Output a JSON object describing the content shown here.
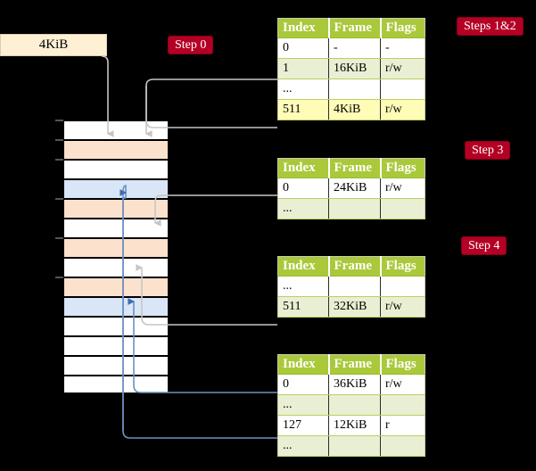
{
  "source_box": {
    "label": "4KiB"
  },
  "badges": [
    {
      "name": "step-0",
      "label": "Step 0"
    },
    {
      "name": "steps-1-2",
      "label": "Steps 1&2"
    },
    {
      "name": "step-3",
      "label": "Step 3"
    },
    {
      "name": "step-4",
      "label": "Step 4"
    }
  ],
  "columns": {
    "index": "Index",
    "frame": "Frame",
    "flags": "Flags"
  },
  "tables": [
    {
      "name": "page-table-level-0",
      "rows": [
        {
          "index": "0",
          "frame": "-",
          "flags": "-",
          "style": "plain"
        },
        {
          "index": "1",
          "frame": "16KiB",
          "flags": "r/w",
          "style": "alt"
        },
        {
          "index": "...",
          "frame": "",
          "flags": "",
          "style": "plain"
        },
        {
          "index": "511",
          "frame": "4KiB",
          "flags": "r/w",
          "style": "hl"
        }
      ]
    },
    {
      "name": "page-table-level-1",
      "rows": [
        {
          "index": "0",
          "frame": "24KiB",
          "flags": "r/w",
          "style": "plain"
        },
        {
          "index": "...",
          "frame": "",
          "flags": "",
          "style": "alt"
        }
      ]
    },
    {
      "name": "page-table-level-2",
      "rows": [
        {
          "index": "...",
          "frame": "",
          "flags": "",
          "style": "plain"
        },
        {
          "index": "511",
          "frame": "32KiB",
          "flags": "r/w",
          "style": "alt"
        }
      ]
    },
    {
      "name": "page-table-level-3",
      "rows": [
        {
          "index": "0",
          "frame": "36KiB",
          "flags": "r/w",
          "style": "plain"
        },
        {
          "index": "...",
          "frame": "",
          "flags": "",
          "style": "alt"
        },
        {
          "index": "127",
          "frame": "12KiB",
          "flags": "r",
          "style": "plain"
        },
        {
          "index": "...",
          "frame": "",
          "flags": "",
          "style": "alt"
        }
      ]
    }
  ],
  "memory_rows": [
    {
      "fill": "white"
    },
    {
      "fill": "orange"
    },
    {
      "fill": "white"
    },
    {
      "fill": "blue"
    },
    {
      "fill": "orange"
    },
    {
      "fill": "white"
    },
    {
      "fill": "orange"
    },
    {
      "fill": "white"
    },
    {
      "fill": "orange"
    },
    {
      "fill": "blue"
    },
    {
      "fill": "white"
    },
    {
      "fill": "white"
    },
    {
      "fill": "white"
    },
    {
      "fill": "white"
    }
  ],
  "colors": {
    "background": "#000000",
    "badge": "#b40024",
    "table_header": "#a9c93a",
    "table_alt_row": "#e9efd2",
    "table_highlight": "#fffcb8",
    "memory_orange": "#fce2cc",
    "memory_blue": "#d9e6f7",
    "source_box": "#fdf0d5",
    "wire_gray": "#c8c8c8",
    "wire_blue": "#6f8fc0"
  }
}
